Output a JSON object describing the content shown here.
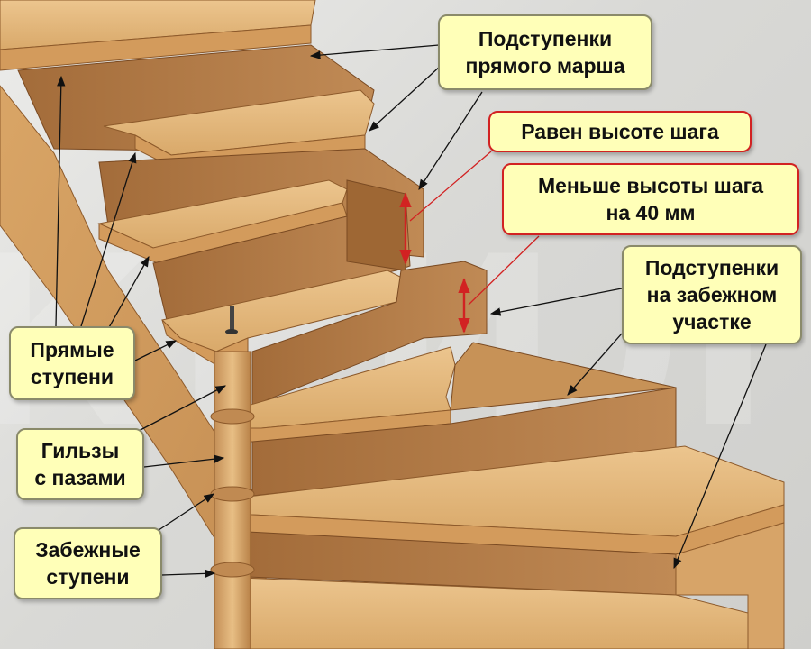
{
  "watermark": "КРИЛ",
  "colors": {
    "callout_fill": "#ffffb8",
    "callout_border": "#8a8a6a",
    "red_callout_border": "#d22222",
    "step_arrow": "#d22222",
    "tread": "#e0b478",
    "riser": "#b57e48",
    "wood_dark": "#9a6634"
  },
  "callouts": {
    "risers_straight": {
      "line1": "Подступенки",
      "line2": "прямого марша"
    },
    "equal_height": {
      "line1": "Равен высоте шага"
    },
    "less_height": {
      "line1": "Меньше высоты шага",
      "line2": "на 40 мм"
    },
    "risers_winder": {
      "line1": "Подступенки",
      "line2": "на забежном",
      "line3": "участке"
    },
    "straight_steps": {
      "line1": "Прямые",
      "line2": "ступени"
    },
    "sleeves": {
      "line1": "Гильзы",
      "line2": "с пазами"
    },
    "winder_steps": {
      "line1": "Забежные",
      "line2": "ступени"
    }
  }
}
